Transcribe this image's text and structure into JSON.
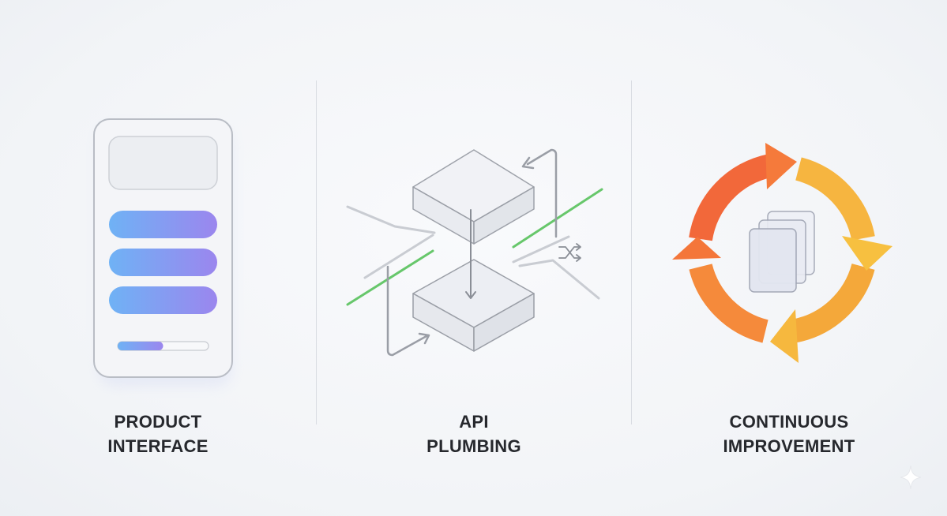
{
  "sections": [
    {
      "id": "product-interface",
      "title_line1": "PRODUCT",
      "title_line2": "INTERFACE",
      "icon": "phone-ui-icon"
    },
    {
      "id": "api-plumbing",
      "title_line1": "API",
      "title_line2": "PLUMBING",
      "icon": "api-blocks-icon"
    },
    {
      "id": "continuous-improvement",
      "title_line1": "CONTINUOUS",
      "title_line2": "IMPROVEMENT",
      "icon": "cycle-arrows-icon"
    }
  ],
  "phone": {
    "progress": 0.5
  },
  "colors": {
    "bar_start": "#6fb2f5",
    "bar_end": "#9b86ee",
    "flow_green": "#67c76b",
    "cycle_red": "#f2683a",
    "cycle_orange": "#f59a35",
    "cycle_yellow": "#f6c645",
    "line_gray": "#9a9ea6",
    "text": "#26282d"
  },
  "decor": {
    "icon": "sparkle-icon"
  }
}
